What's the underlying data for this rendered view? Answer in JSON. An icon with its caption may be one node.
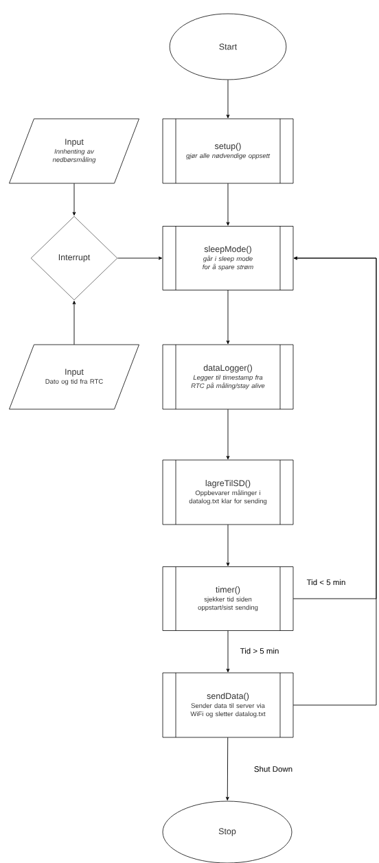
{
  "diagram": {
    "nodes": [
      {
        "text": [
          "Start"
        ]
      },
      {
        "text": [
          "Input",
          "Innhenting av nedbørsmåling"
        ]
      },
      {
        "text": [
          "setup()",
          "gjør alle nødvendige oppsett"
        ]
      },
      {
        "text": [
          "Interrupt"
        ]
      },
      {
        "text": [
          "sleepMode()",
          "går i sleep mode for å spare strøm"
        ]
      },
      {
        "text": [
          "Input",
          "Dato og tid fra RTC"
        ]
      },
      {
        "text": [
          "dataLogger()",
          "Legger til timestamp fra RTC på måling/stay alive"
        ]
      },
      {
        "text": [
          "lagreTilSD()",
          "Oppbevarer målinger i datalog.txt klar for sending"
        ]
      },
      {
        "text": [
          "timer()",
          "sjekker tid siden oppstart/sist sending"
        ]
      },
      {
        "text": [
          "sendData()",
          "Sender data til server via WiFi og sletter datalog.txt"
        ]
      },
      {
        "text": [
          "Stop"
        ]
      }
    ],
    "edges": [
      {
        "from": 0,
        "to": 2,
        "arrow": "to"
      },
      {
        "from": 2,
        "to": 4,
        "arrow": "to"
      },
      {
        "from": 1,
        "to": 3,
        "arrow": "to"
      },
      {
        "from": 5,
        "to": 3,
        "arrow": "to"
      },
      {
        "from": 3,
        "to": 4,
        "arrow": "to"
      },
      {
        "from": 4,
        "to": 6,
        "arrow": "to"
      },
      {
        "from": 6,
        "to": 7,
        "arrow": "to"
      },
      {
        "from": 7,
        "to": 8,
        "arrow": "to"
      },
      {
        "from": 8,
        "to": 9,
        "label": "Tid > 5 min",
        "arrow": "to"
      },
      {
        "from": 8,
        "to": 4,
        "label": "Tid < 5 min",
        "arrow": "to"
      },
      {
        "from": 9,
        "to": 4,
        "arrow": "to"
      },
      {
        "from": 9,
        "to": 10,
        "label": "Shut Down",
        "arrow": "to"
      }
    ]
  }
}
